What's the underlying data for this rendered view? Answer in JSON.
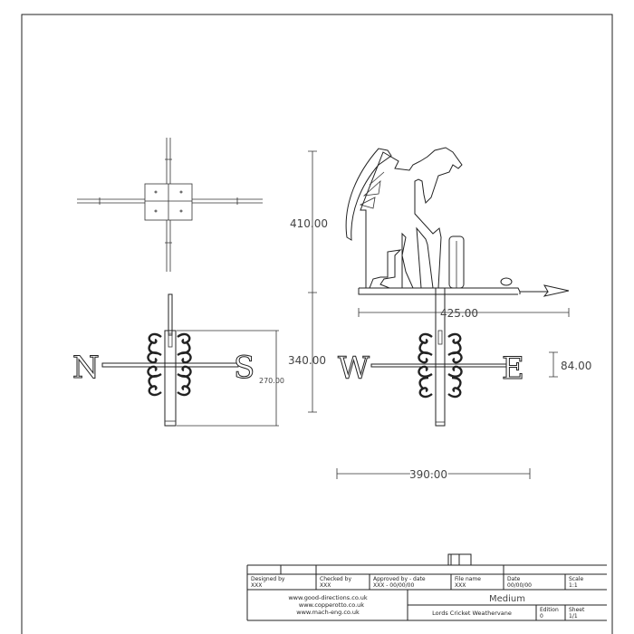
{
  "drawing": {
    "dimensions": {
      "height_upper": "410.00",
      "height_lower": "340.00",
      "arrow_length": "425.00",
      "letter_height": "84.00",
      "arm_span": "390.00",
      "side_height": "270.00"
    },
    "compass_letters": {
      "north": "N",
      "south": "S",
      "west": "W",
      "east": "E"
    }
  },
  "title_block": {
    "designed_by_label": "Designed by",
    "designed_by": "XXX",
    "checked_by_label": "Checked by",
    "checked_by": "XXX",
    "approved_label": "Approved by - date",
    "approved": "XXX - 00/00/00",
    "file_name_label": "File name",
    "file_name": "XXX",
    "date_label": "Date",
    "date": "00/00/00",
    "scale_label": "Scale",
    "scale": "1:1",
    "websites": [
      "www.good-directions.co.uk",
      "www.copperotto.co.uk",
      "www.mach-eng.co.uk"
    ],
    "size": "Medium",
    "title": "Lords Cricket Weathervane",
    "edition_label": "Edition",
    "edition": "0",
    "sheet_label": "Sheet",
    "sheet": "1/1"
  }
}
